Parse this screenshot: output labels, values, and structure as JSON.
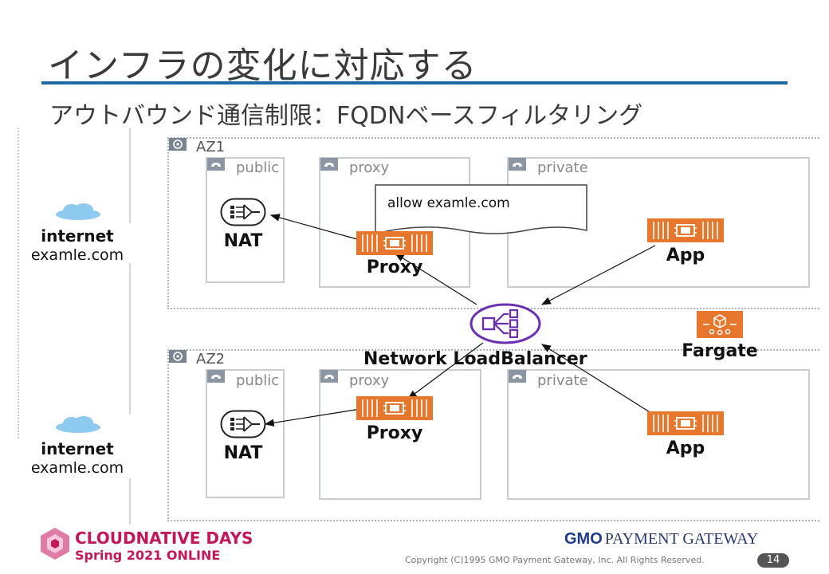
{
  "slide": {
    "title": "インフラの変化に対応する",
    "subtitle": "アウトバウンド通信制限：FQDNベースフィルタリング",
    "page_number": "14",
    "copyright": "Copyright (C)1995 GMO Payment Gateway, Inc. All Rights Reserved."
  },
  "internet": [
    {
      "label": "internet",
      "domain": "examle.com"
    },
    {
      "label": "internet",
      "domain": "examle.com"
    }
  ],
  "az1": {
    "label": "AZ1",
    "subnets": {
      "public": "public",
      "proxy": "proxy",
      "private": "private"
    },
    "nat_label": "NAT",
    "proxy_label": "Proxy",
    "app_label": "App",
    "allow_note": "allow examle.com"
  },
  "az2": {
    "label": "AZ2",
    "subnets": {
      "public": "public",
      "proxy": "proxy",
      "private": "private"
    },
    "nat_label": "NAT",
    "proxy_label": "Proxy",
    "app_label": "App"
  },
  "nlb_label": "Network LoadBalancer",
  "fargate_label": "Fargate",
  "footer": {
    "event_logo_line1": "CLOUDNATIVE DAYS",
    "event_logo_line2": "Spring 2021 ONLINE",
    "company_logo_bold": "GMO",
    "company_logo_rest": "PAYMENT GATEWAY"
  },
  "colors": {
    "title_rule": "#1f6aa5",
    "container_orange": "#e8772e",
    "nlb_purple": "#6a2fb0",
    "event_logo": "#c2185b"
  }
}
